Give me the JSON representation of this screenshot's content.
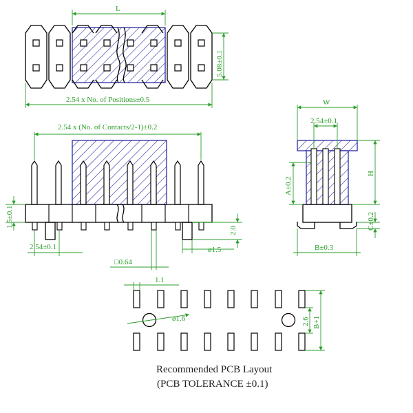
{
  "colors": {
    "dimension": "#2a9d2a",
    "hatch": "#2b2ba6",
    "outline": "#000000",
    "text": "#222222"
  },
  "top_view": {
    "length_label": "L",
    "height_label": "5.08±0.1",
    "positions_label": "2.54 x No. of Positions±0.5"
  },
  "front_view": {
    "contacts_label": "2.54 x (No. of Contacts/2-1)±0.2",
    "offset_label": "1.5±0.1",
    "pitch_label": "2.54±0.1",
    "tail_label": "2.0",
    "post_label": "ø1.5",
    "pin_label": "□0.64"
  },
  "side_view": {
    "width_label": "W",
    "pitch_label": "2.54±0.1",
    "a_label": "A±0.2",
    "h_label": "H",
    "c_label": "C±0.2",
    "b_label": "B±0.3"
  },
  "pcb_layout": {
    "pad_label": "1.1",
    "hole_label": "ø1.6",
    "row_label": "2.6",
    "b_label": "B+1",
    "title": "Recommended PCB Layout",
    "subtitle": "(PCB TOLERANCE ±0.1)"
  }
}
